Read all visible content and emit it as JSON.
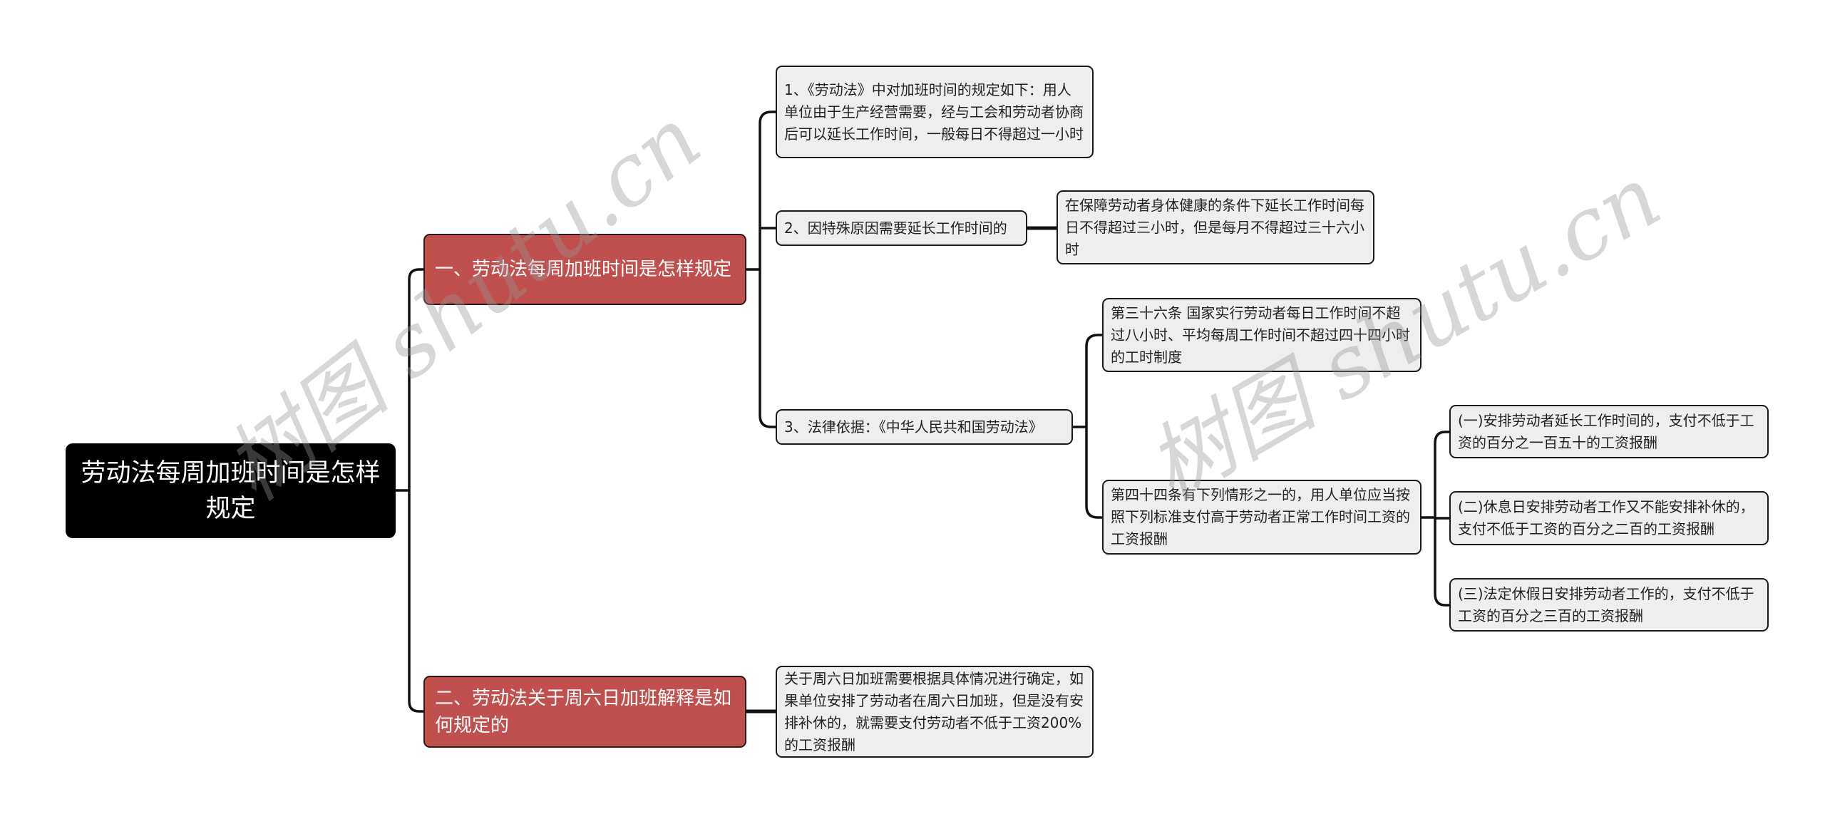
{
  "root": {
    "label": "劳动法每周加班时间是怎样规定"
  },
  "branches": [
    {
      "label": "一、劳动法每周加班时间是怎样规定",
      "children": [
        {
          "label": "1、《劳动法》中对加班时间的规定如下：用人单位由于生产经营需要，经与工会和劳动者协商后可以延长工作时间，一般每日不得超过一小时"
        },
        {
          "label": "2、因特殊原因需要延长工作时间的",
          "children": [
            {
              "label": "在保障劳动者身体健康的条件下延长工作时间每日不得超过三小时，但是每月不得超过三十六小时"
            }
          ]
        },
        {
          "label": "3、法律依据：《中华人民共和国劳动法》",
          "children": [
            {
              "label": "第三十六条 国家实行劳动者每日工作时间不超过八小时、平均每周工作时间不超过四十四小时的工时制度"
            },
            {
              "label": "第四十四条有下列情形之一的，用人单位应当按照下列标准支付高于劳动者正常工作时间工资的工资报酬",
              "children": [
                {
                  "label": "(一)安排劳动者延长工作时间的，支付不低于工资的百分之一百五十的工资报酬"
                },
                {
                  "label": "(二)休息日安排劳动者工作又不能安排补休的，支付不低于工资的百分之二百的工资报酬"
                },
                {
                  "label": "(三)法定休假日安排劳动者工作的，支付不低于工资的百分之三百的工资报酬"
                }
              ]
            }
          ]
        }
      ]
    },
    {
      "label": "二、劳动法关于周六日加班解释是如何规定的",
      "children": [
        {
          "label": "关于周六日加班需要根据具体情况进行确定，如果单位安排了劳动者在周六日加班，但是没有安排补休的，就需要支付劳动者不低于工资200%的工资报酬"
        }
      ]
    }
  ],
  "watermarks": [
    "树图 shutu.cn",
    "树图 shutu.cn"
  ],
  "colors": {
    "root_bg": "#000000",
    "branch_bg": "#c0504d",
    "leaf_bg": "#eeeeee",
    "line": "#1a1a1a"
  }
}
